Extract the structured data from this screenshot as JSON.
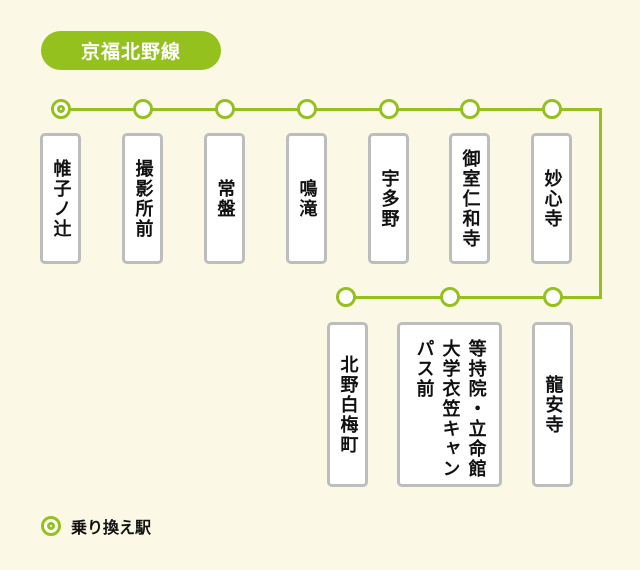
{
  "title": "京福北野線",
  "accent": "#95c11f",
  "stations_row1": [
    {
      "name": "帷子ノ辻",
      "transfer": true
    },
    {
      "name": "撮影所前",
      "transfer": false
    },
    {
      "name": "常盤",
      "transfer": false
    },
    {
      "name": "鳴滝",
      "transfer": false
    },
    {
      "name": "宇多野",
      "transfer": false
    },
    {
      "name": "御室仁和寺",
      "transfer": false
    },
    {
      "name": "妙心寺",
      "transfer": false
    }
  ],
  "stations_row2": [
    {
      "name": "龍安寺",
      "transfer": false
    },
    {
      "name": "等持院・立命館\n大学衣笠キャン\nパス前",
      "transfer": false
    },
    {
      "name": "北野白梅町",
      "transfer": false
    }
  ],
  "legend": {
    "label": "乗り換え駅"
  }
}
